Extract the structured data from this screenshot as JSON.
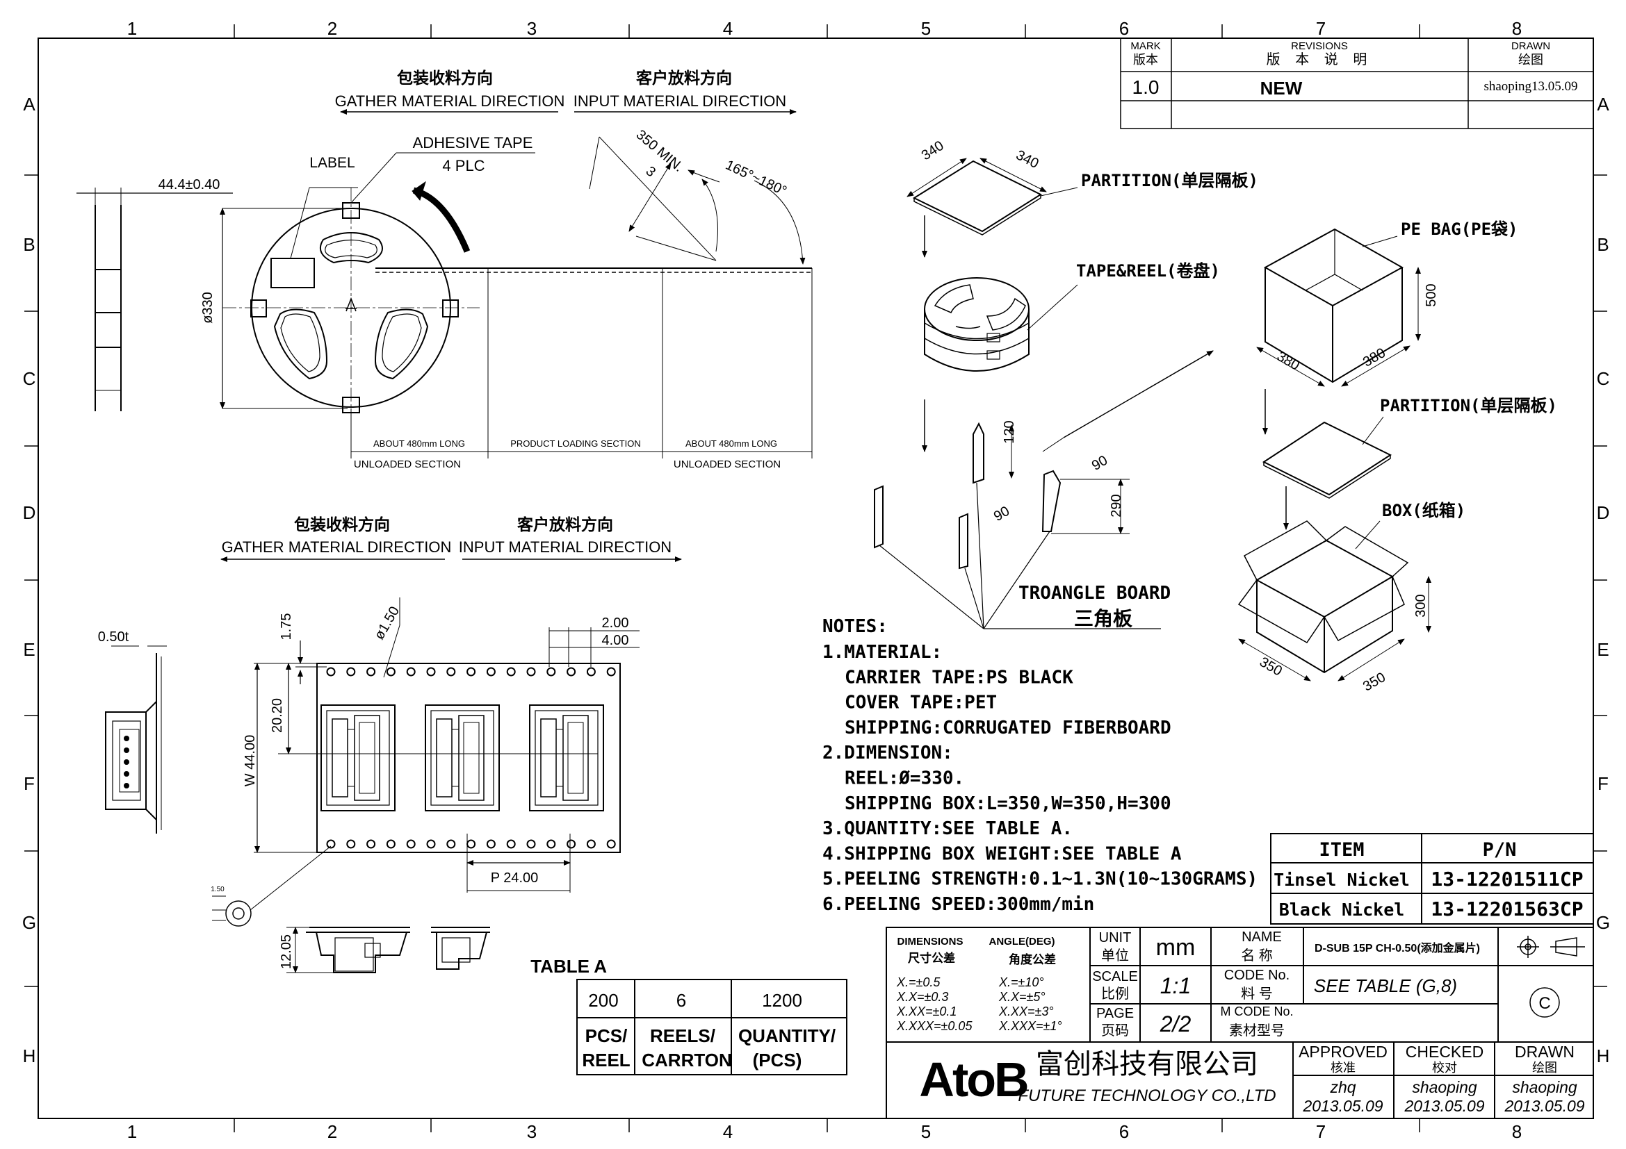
{
  "frame": {
    "col_labels": [
      "1",
      "2",
      "3",
      "4",
      "5",
      "6",
      "7",
      "8"
    ],
    "row_labels": [
      "A",
      "B",
      "C",
      "D",
      "E",
      "F",
      "G",
      "H"
    ]
  },
  "revisions": {
    "mark_label": "MARK",
    "mark_label_cn": "版本",
    "rev_label": "REVISIONS",
    "rev_label_cn": "版 本 说 明",
    "drawn_label": "DRAWN",
    "drawn_label_cn": "绘图",
    "rows": [
      {
        "mark": "1.0",
        "desc": "NEW",
        "drawn": "shaoping13.05.09"
      }
    ]
  },
  "reel_view": {
    "gather_cn": "包装收料方向",
    "gather": "GATHER MATERIAL DIRECTION",
    "input_cn": "客户放料方向",
    "input": "INPUT MATERIAL DIRECTION",
    "adhesive_tape": "ADHESIVE TAPE",
    "adhesive_qty": "4 PLC",
    "label": "LABEL",
    "width_dim": "44.4±0.40",
    "diameter": "ø330",
    "leader_len": "350 MIN.",
    "leader_turns": "3",
    "angle": "165°~180°",
    "sections": [
      {
        "top": "ABOUT 480mm LONG",
        "bottom": "UNLOADED SECTION"
      },
      {
        "top": "PRODUCT LOADING SECTION",
        "bottom": ""
      },
      {
        "top": "ABOUT 480mm LONG",
        "bottom": "UNLOADED SECTION"
      }
    ]
  },
  "tape_view": {
    "gather_cn": "包装收料方向",
    "gather": "GATHER MATERIAL DIRECTION",
    "input_cn": "客户放料方向",
    "input": "INPUT MATERIAL DIRECTION",
    "thickness": "0.50t",
    "dim_175": "1.75",
    "hole_dia": "ø1.50",
    "dim_200": "2.00",
    "dim_400": "4.00",
    "dim_2020": "20.20",
    "width": "W 44.00",
    "pitch": "P 24.00",
    "depth": "12.05",
    "small_dim": "1.50"
  },
  "packing": {
    "partition1": "PARTITION(单层隔板)",
    "tape_reel": "TAPE&REEL(卷盘)",
    "pe_bag": "PE BAG(PE袋)",
    "partition2": "PARTITION(单层隔板)",
    "box": "BOX(纸箱)",
    "triangle": "TROANGLE BOARD",
    "triangle_cn": "三角板",
    "dims": {
      "part_a": "340",
      "part_b": "340",
      "bag_h": "500",
      "bag_w": "380",
      "bag_l": "380",
      "box_h": "300",
      "box_w": "350",
      "box_l": "350",
      "tri_h": "120",
      "tri_a": "90",
      "tri_b": "90",
      "tri_c": "290"
    }
  },
  "notes": {
    "title": "NOTES:",
    "lines": [
      "1.MATERIAL:",
      "  CARRIER TAPE:PS BLACK",
      "  COVER TAPE:PET",
      "  SHIPPING:CORRUGATED FIBERBOARD",
      "2.DIMENSION:",
      "  REEL:Ø=330.",
      "  SHIPPING BOX:L=350,W=350,H=300",
      "3.QUANTITY:SEE TABLE A.",
      "4.SHIPPING BOX WEIGHT:SEE TABLE A",
      "5.PEELING STRENGTH:0.1~1.3N(10~130GRAMS)",
      "6.PEELING SPEED:300mm/min"
    ]
  },
  "table_a": {
    "title": "TABLE A",
    "values": [
      "200",
      "6",
      "1200"
    ],
    "headers": [
      [
        "PCS/",
        "REEL"
      ],
      [
        "REELS/",
        "CARRTON"
      ],
      [
        "QUANTITY/",
        "(PCS)"
      ]
    ]
  },
  "pn_table": {
    "headers": [
      "ITEM",
      "P/N"
    ],
    "rows": [
      {
        "item": "Tinsel Nickel",
        "pn": "13-12201511CP"
      },
      {
        "item": "Black Nickel",
        "pn": "13-12201563CP"
      }
    ]
  },
  "title_block": {
    "dim_title": "DIMENSIONS",
    "dim_title_cn": "尺寸公差",
    "ang_title": "ANGLE(DEG)",
    "ang_title_cn": "角度公差",
    "dim_tol": [
      "X.=±0.5",
      "X.X=±0.3",
      "X.XX=±0.1",
      "X.XXX=±0.05"
    ],
    "ang_tol": [
      "X.=±10°",
      "X.X=±5°",
      "X.XX=±3°",
      "X.XXX=±1°"
    ],
    "unit_label": "UNIT",
    "unit_label_cn": "单位",
    "unit": "mm",
    "scale_label": "SCALE",
    "scale_label_cn": "比例",
    "scale": "1:1",
    "page_label": "PAGE",
    "page_label_cn": "页码",
    "page": "2/2",
    "name_label": "NAME",
    "name_label_cn": "名 称",
    "name": "D-SUB 15P CH-0.50(添加金属片)",
    "code_label": "CODE No.",
    "code_label_cn": "料 号",
    "code": "SEE TABLE (G,8)",
    "mcode_label": "M CODE No.",
    "mcode_label_cn": "素材型号",
    "approved": "APPROVED",
    "approved_cn": "核准",
    "checked": "CHECKED",
    "checked_cn": "校对",
    "drawn": "DRAWN",
    "drawn_cn": "绘图",
    "approved_by": "zhq",
    "checked_by": "shaoping",
    "drawn_by": "shaoping",
    "approved_date": "2013.05.09",
    "checked_date": "2013.05.09",
    "drawn_date": "2013.05.09",
    "logo": "AtoB",
    "company_cn": "富创科技有限公司",
    "company_en": "FUTURE TECHNOLOGY CO.,LTD",
    "copyright": "C"
  }
}
